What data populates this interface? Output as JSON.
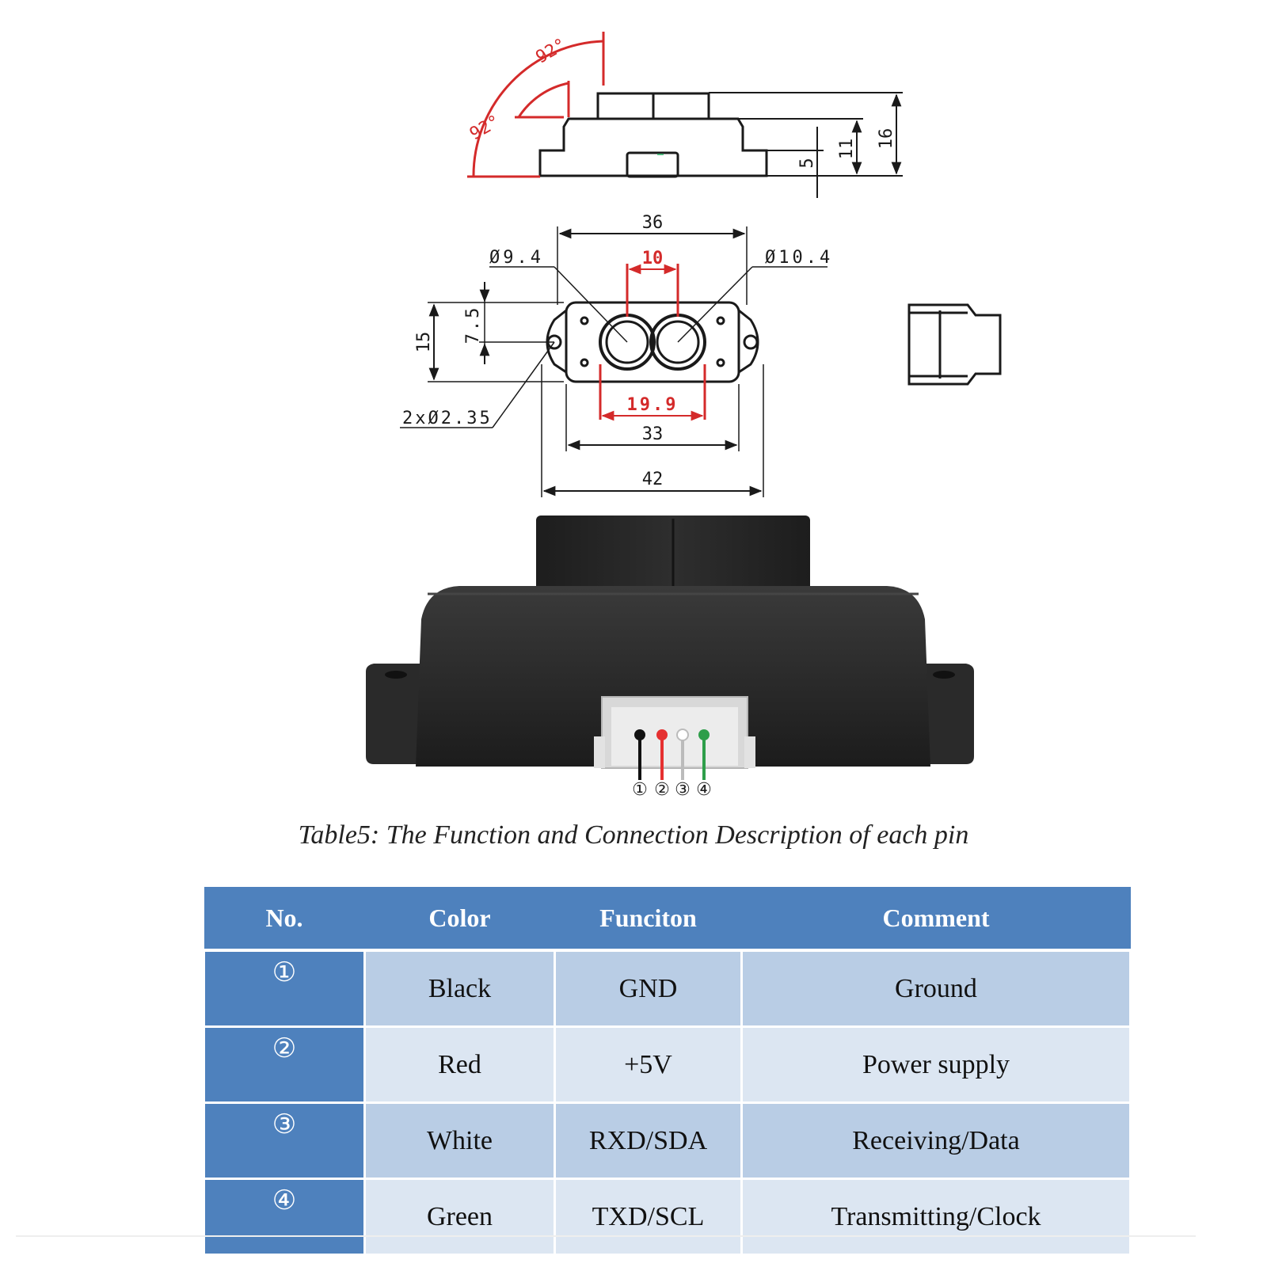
{
  "colors": {
    "dimension_red": "#d42a2a",
    "line_black": "#1a1a1a",
    "header_blue": "#4e81bd",
    "row_dark": "#b9cde5",
    "row_light": "#dce6f2",
    "wire_black": "#111111",
    "wire_red": "#e53030",
    "wire_white": "#ffffff",
    "wire_green": "#2e9e4a"
  },
  "drawing": {
    "side_view": {
      "angle_outer": "92°",
      "angle_inner": "92°",
      "dim_5": "5",
      "dim_11": "11",
      "dim_16": "16"
    },
    "front_view": {
      "width_36": "36",
      "lens_spacing_10": "10",
      "lens_dia_left": "Ø9.4",
      "lens_dia_right": "Ø10.4",
      "height_15": "15",
      "half_height_7_5": "7.5",
      "mount_holes": "2xØ2.35",
      "lens_span_19_9": "19.9",
      "body_width_33": "33",
      "total_width_42": "42"
    },
    "connector_pins": [
      "①",
      "②",
      "③",
      "④"
    ]
  },
  "caption": "Table5: The Function and Connection Description of each pin",
  "table": {
    "headers": [
      "No.",
      "Color",
      "Funciton",
      "Comment"
    ],
    "rows": [
      {
        "no": "①",
        "color": "Black",
        "function": "GND",
        "comment": "Ground"
      },
      {
        "no": "②",
        "color": "Red",
        "function": "+5V",
        "comment": "Power supply"
      },
      {
        "no": "③",
        "color": "White",
        "function": "RXD/SDA",
        "comment": "Receiving/Data"
      },
      {
        "no": "④",
        "color": "Green",
        "function": "TXD/SCL",
        "comment": "Transmitting/Clock"
      }
    ]
  }
}
